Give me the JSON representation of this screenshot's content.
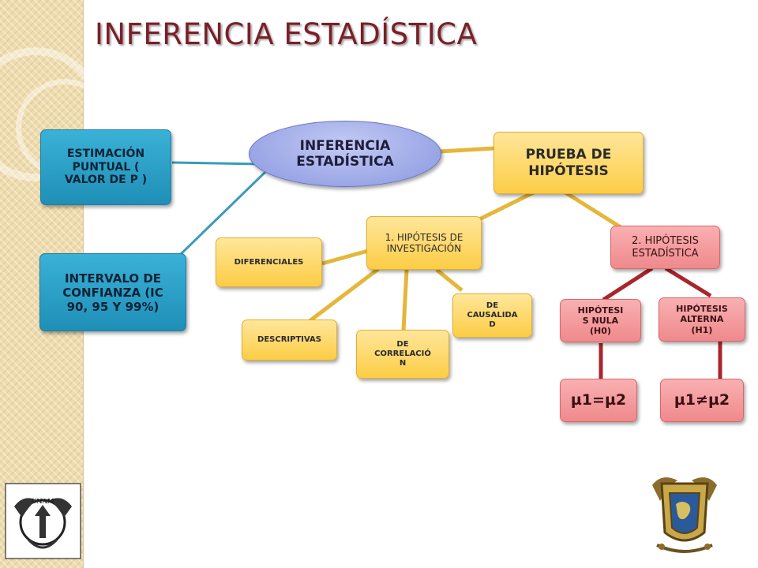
{
  "title": "INFERENCIA ESTADÍSTICA",
  "nodes": {
    "center": "INFERENCIA ESTADÍSTICA",
    "estimacion_puntual": "ESTIMACIÓN PUNTUAL ( VALOR DE P )",
    "intervalo_confianza": "INTERVALO DE CONFIANZA (IC 90, 95 Y 99%)",
    "prueba_hipotesis": "PRUEBA DE HIPÓTESIS",
    "hipotesis_investigacion": "1. HIPÓTESIS DE INVESTIGACIÓN",
    "diferenciales": "DIFERENCIALES",
    "descriptivas": "DESCRIPTIVAS",
    "correlacion": "DE CORRELACIÓ N",
    "causalidad": "DE CAUSALIDA D",
    "hipotesis_estadistica": "2. HIPÓTESIS ESTADÍSTICA",
    "hipotesis_nula": "HIPÓTESI S NULA (H0)",
    "hipotesis_alterna": "HIPÓTESIS ALTERNA (H1)",
    "mu_igual": "µ1=µ2",
    "mu_distinto": "µ1≠µ2"
  },
  "colors": {
    "title": "#7a1f28",
    "blue": "#2aa3cc",
    "yellow": "#fcd053",
    "red": "#f29a9c",
    "oval": "#9ea9e8",
    "blue_link": "#3b9ab8",
    "yellow_link": "#e6b63a",
    "red_link": "#a8262d"
  }
}
